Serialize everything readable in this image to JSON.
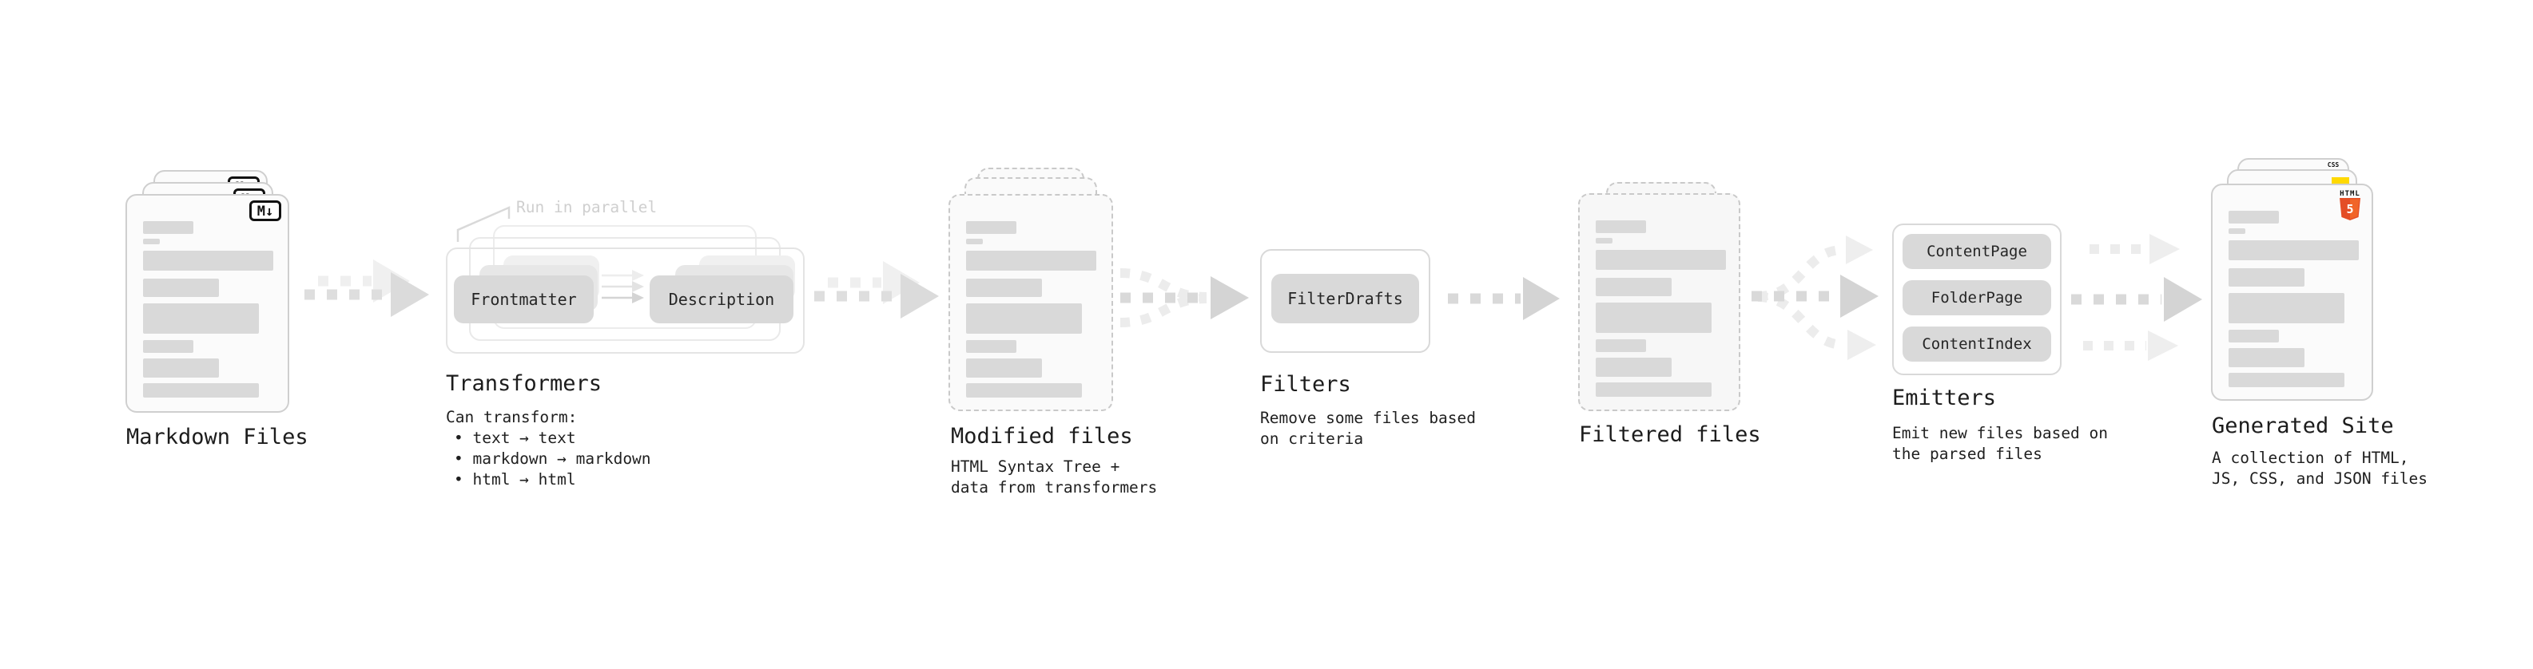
{
  "stages": {
    "markdown": {
      "label": "Markdown Files",
      "badge": "M↓"
    },
    "transformers": {
      "title": "Transformers",
      "annotation": "Run in parallel",
      "pill_frontmatter": "Frontmatter",
      "pill_description": "Description",
      "caption": [
        "Can transform:",
        "• text → text",
        "• markdown → markdown",
        "• html → html"
      ]
    },
    "modified": {
      "label": "Modified files",
      "caption": [
        "HTML Syntax Tree +",
        "data from transformers"
      ]
    },
    "filters": {
      "title": "Filters",
      "pill": "FilterDrafts",
      "caption": [
        "Remove some files based",
        "on criteria"
      ]
    },
    "filtered": {
      "label": "Filtered files"
    },
    "emitters": {
      "title": "Emitters",
      "pills": [
        "ContentPage",
        "FolderPage",
        "ContentIndex"
      ],
      "caption": [
        "Emit new files based on",
        "the parsed files"
      ]
    },
    "generated": {
      "label": "Generated Site",
      "caption": [
        "A collection of HTML,",
        "JS, CSS, and JSON files"
      ],
      "badges": {
        "css": "CSS",
        "html_label": "HTML",
        "html_number": "5"
      }
    }
  },
  "colors": {
    "background": "#ffffff",
    "text": "#1c1c1c",
    "muted": "#cfcfcf",
    "bar": "#d9d9d9",
    "pill_fill": "#d9d9d9",
    "card_border": "#cfcfcf",
    "dashed_border": "#c9c9c9",
    "arrow_dark": "#d9d9d9",
    "arrow_light": "#ececec",
    "html5_orange": "#e44d26",
    "html5_orange_light": "#f16529",
    "js_yellow": "#ffd900",
    "css_blue": "#2f6df6"
  }
}
